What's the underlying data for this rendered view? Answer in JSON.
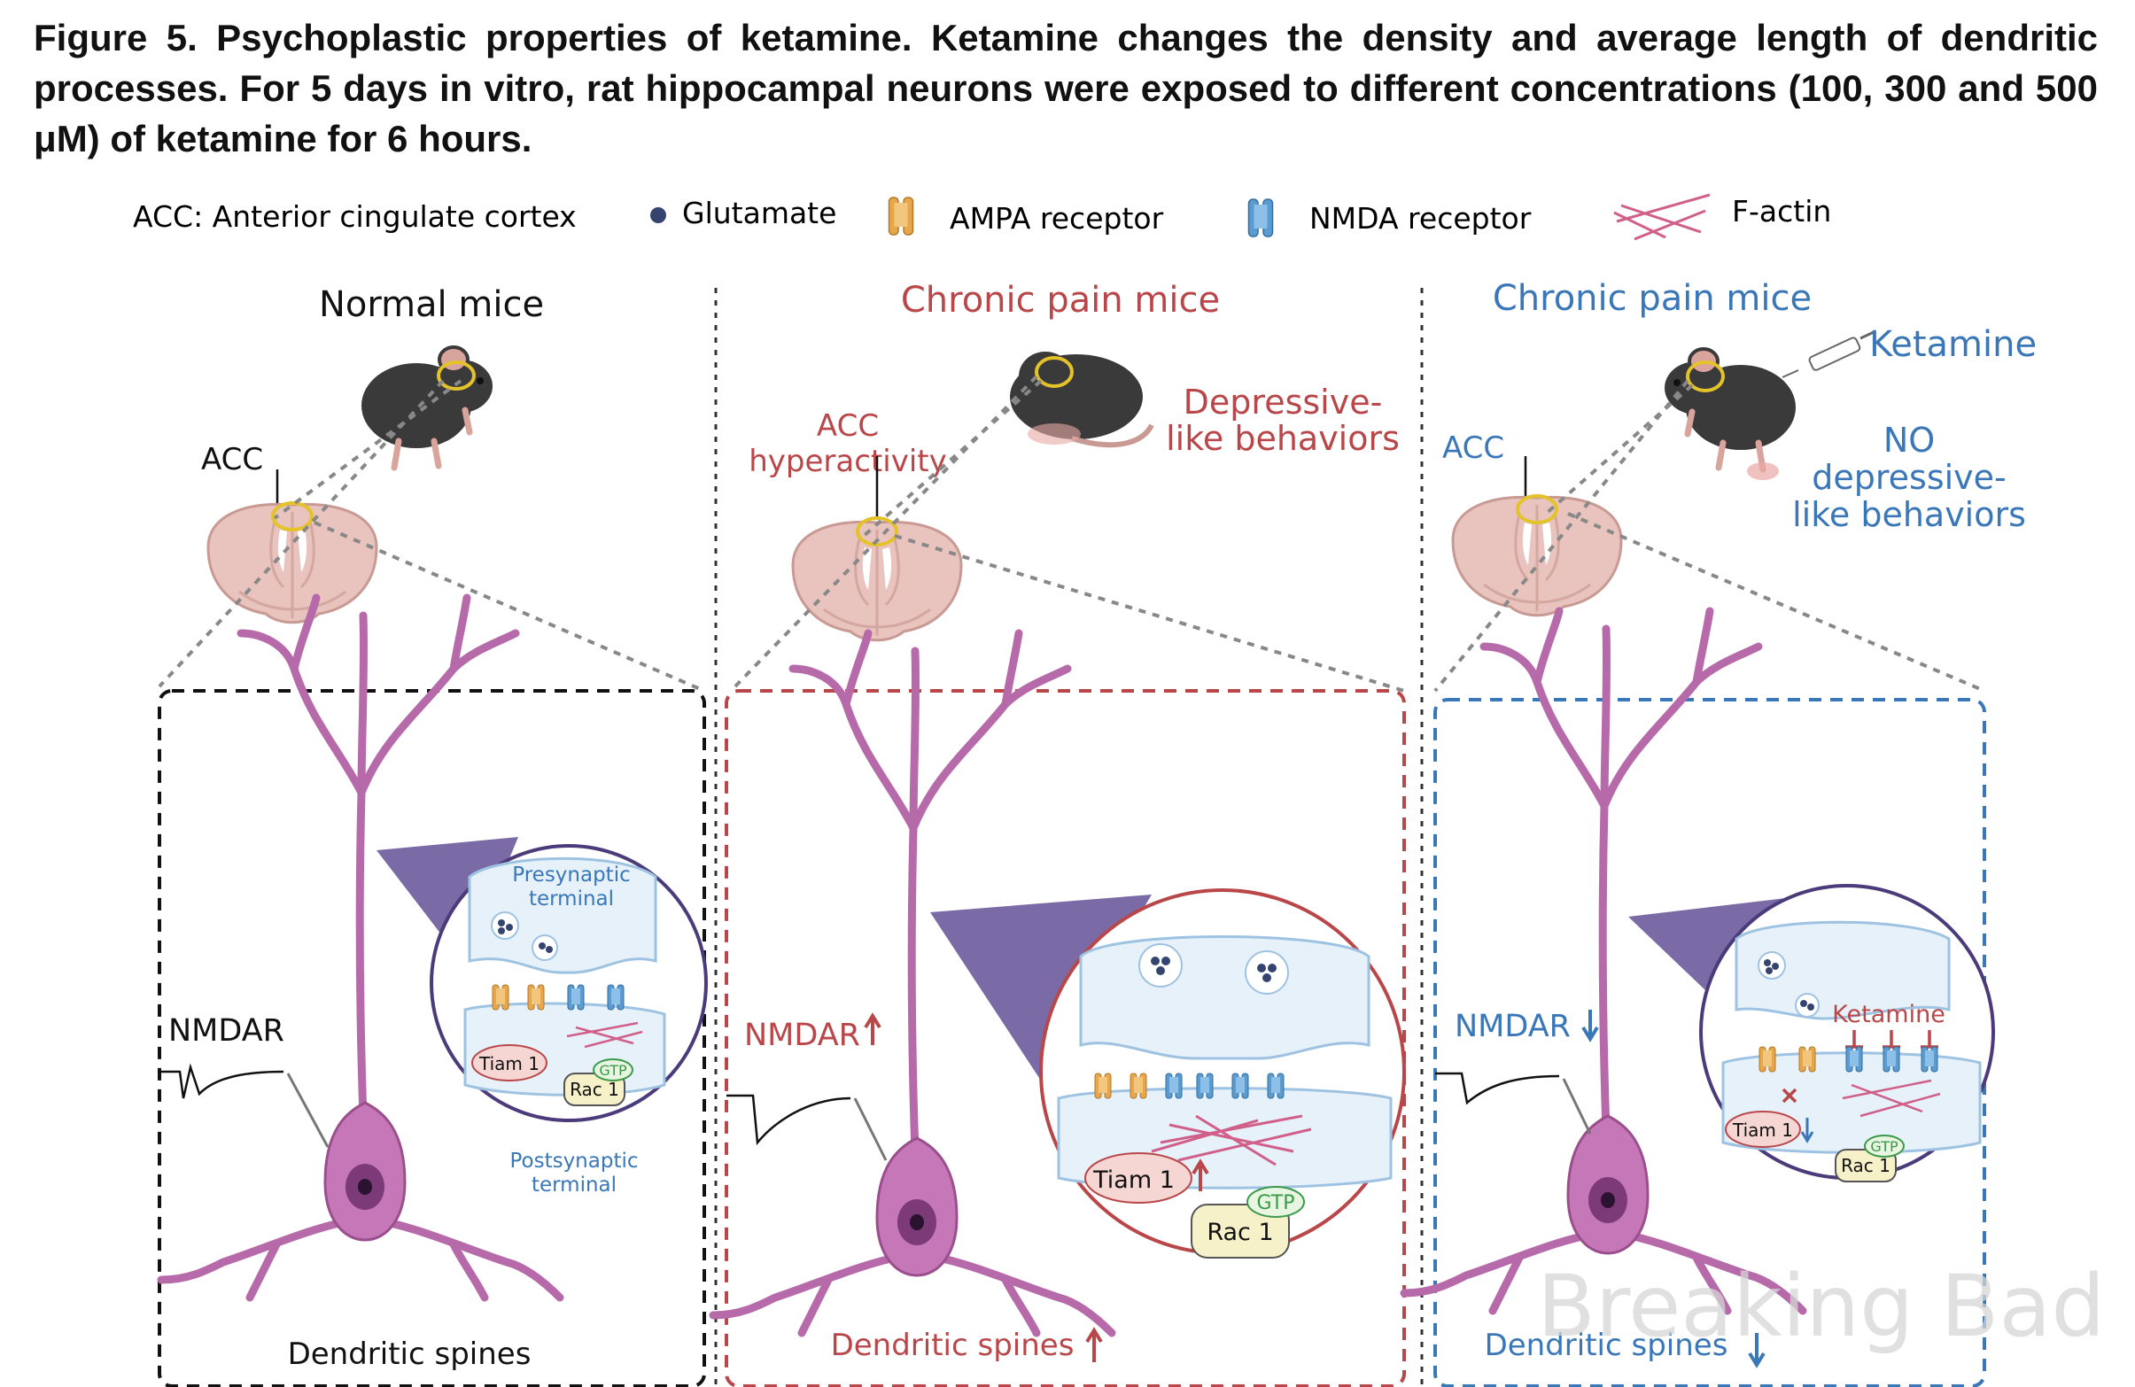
{
  "caption": "Figure 5. Psychoplastic properties of ketamine. Ketamine changes the density and average length of dendritic processes. For 5 days in vitro, rat hippocampal neurons were exposed to different concentrations (100, 300 and 500 μM) of ketamine for 6 hours.",
  "legend": {
    "acc": "ACC: Anterior cingulate cortex",
    "glutamate": "Glutamate",
    "ampa": "AMPA receptor",
    "nmda": "NMDA receptor",
    "factin": "F-actin"
  },
  "panels": {
    "normal": {
      "title": "Normal mice",
      "acc": "ACC",
      "nmdar": "NMDAR",
      "presynaptic_1": "Presynaptic",
      "presynaptic_2": "terminal",
      "postsynaptic_1": "Postsynaptic",
      "postsynaptic_2": "terminal",
      "tiam": "Tiam 1",
      "gtp": "GTP",
      "rac": "Rac 1",
      "spines": "Dendritic spines"
    },
    "pain": {
      "title": "Chronic pain  mice",
      "acc_1": "ACC",
      "acc_2": "hyperactivity",
      "behavior_1": "Depressive-",
      "behavior_2": "like behaviors",
      "nmdar": "NMDAR",
      "tiam": "Tiam 1",
      "gtp": "GTP",
      "rac": "Rac 1",
      "spines": "Dendritic spines"
    },
    "ketamine": {
      "title": "Chronic pain mice",
      "drug": "Ketamine",
      "acc": "ACC",
      "behavior_1": "NO",
      "behavior_2": "depressive-",
      "behavior_3": "like behaviors",
      "nmdar": "NMDAR",
      "ketamine_label": "Ketamine",
      "tiam": "Tiam 1",
      "gtp": "GTP",
      "rac": "Rac 1",
      "spines": "Dendritic spines"
    }
  },
  "watermark": "Breaking Bad",
  "colors": {
    "normal": "#111111",
    "pain": "#b9474a",
    "ketamine": "#3a77b8",
    "neuron": "#b76aa9",
    "ampa": "#e7a64a",
    "nmda": "#5b9bd0",
    "glutamate": "#34446f",
    "actin": "#d0608a"
  }
}
